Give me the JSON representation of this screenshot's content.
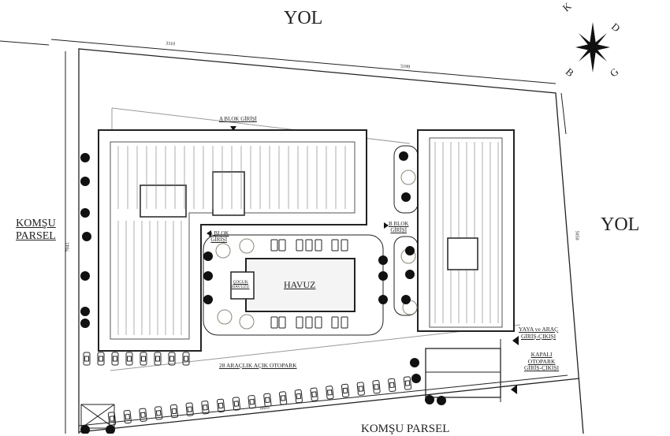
{
  "roads": {
    "top": "YOL",
    "right": "YOL"
  },
  "neighbors": {
    "left_line1": "KOMŞU",
    "left_line2": "PARSEL",
    "bottom": "KOMŞU PARSEL"
  },
  "compass": {
    "north": "K",
    "east": "D",
    "west": "B",
    "south": "G"
  },
  "dimensions": {
    "top_left": "3310",
    "top_right": "5199",
    "left": "7041",
    "right": "5050",
    "bottom": "8693"
  },
  "labels": {
    "a_block_entrance_top": "A BLOK GİRİŞİ",
    "a_block_entrance_line1": "A BLOK",
    "a_block_entrance_line2": "GİRİŞİ",
    "b_block_entrance_line1": "B BLOK",
    "b_block_entrance_line2": "GİRİŞİ",
    "pool": "HAVUZ",
    "child_pool_line1": "ÇOCUK",
    "child_pool_line2": "HAVUZU",
    "open_parking": "28 ARAÇLIK AÇIK OTOPARK",
    "pedestrian_line1": "YAYA ve ARAÇ",
    "pedestrian_line2": "GİRİŞ-ÇIKIŞI",
    "garage_line1": "KAPALI",
    "garage_line2": "OTOPARK",
    "garage_line3": "GİRİŞ-ÇIKIŞI"
  },
  "parking": {
    "open_spaces": 28
  }
}
